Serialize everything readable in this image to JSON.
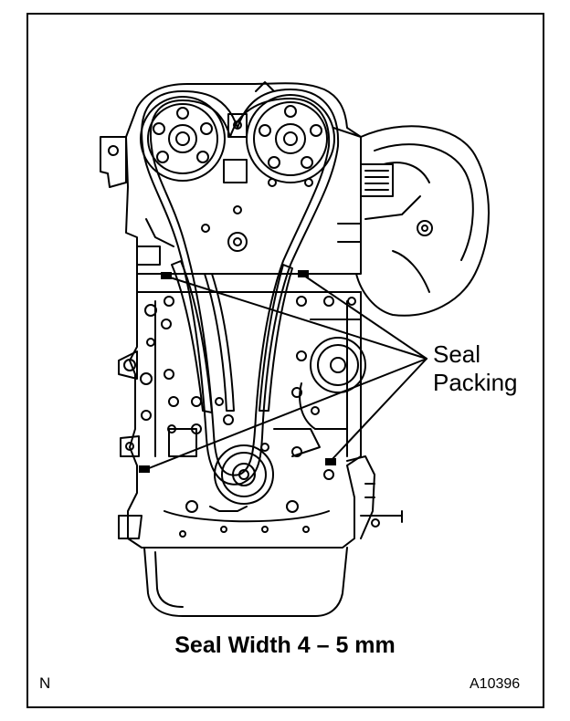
{
  "labels": {
    "seal_line1": "Seal",
    "seal_line2": "Packing",
    "seal_width": "Seal Width 4 – 5 mm",
    "view_letter": "N",
    "figure_code": "A10396"
  },
  "colors": {
    "ink": "#000000",
    "paper": "#ffffff"
  }
}
